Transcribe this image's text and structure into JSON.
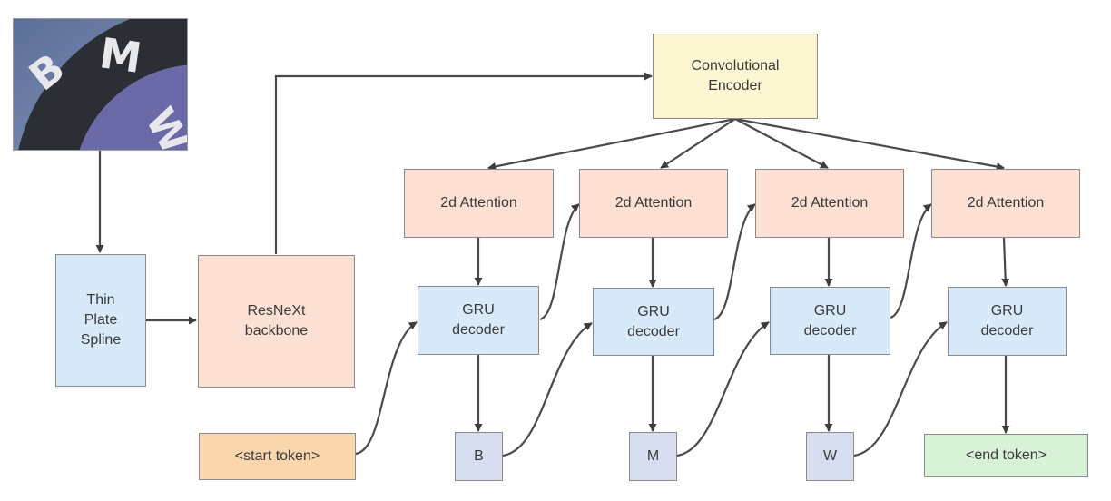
{
  "photo": {
    "logo_text": "BMW",
    "letters": [
      "B",
      "M",
      "W"
    ]
  },
  "nodes": {
    "tps": "Thin\nPlate\nSpline",
    "resnext": "ResNeXt\nbackbone",
    "encoder": "Convolutional\nEncoder",
    "attention": [
      "2d Attention",
      "2d Attention",
      "2d Attention",
      "2d Attention"
    ],
    "gru": [
      "GRU\ndecoder",
      "GRU\ndecoder",
      "GRU\ndecoder",
      "GRU\ndecoder"
    ],
    "start_token": "<start token>",
    "outputs": [
      "B",
      "M",
      "W"
    ],
    "end_token": "<end token>"
  }
}
